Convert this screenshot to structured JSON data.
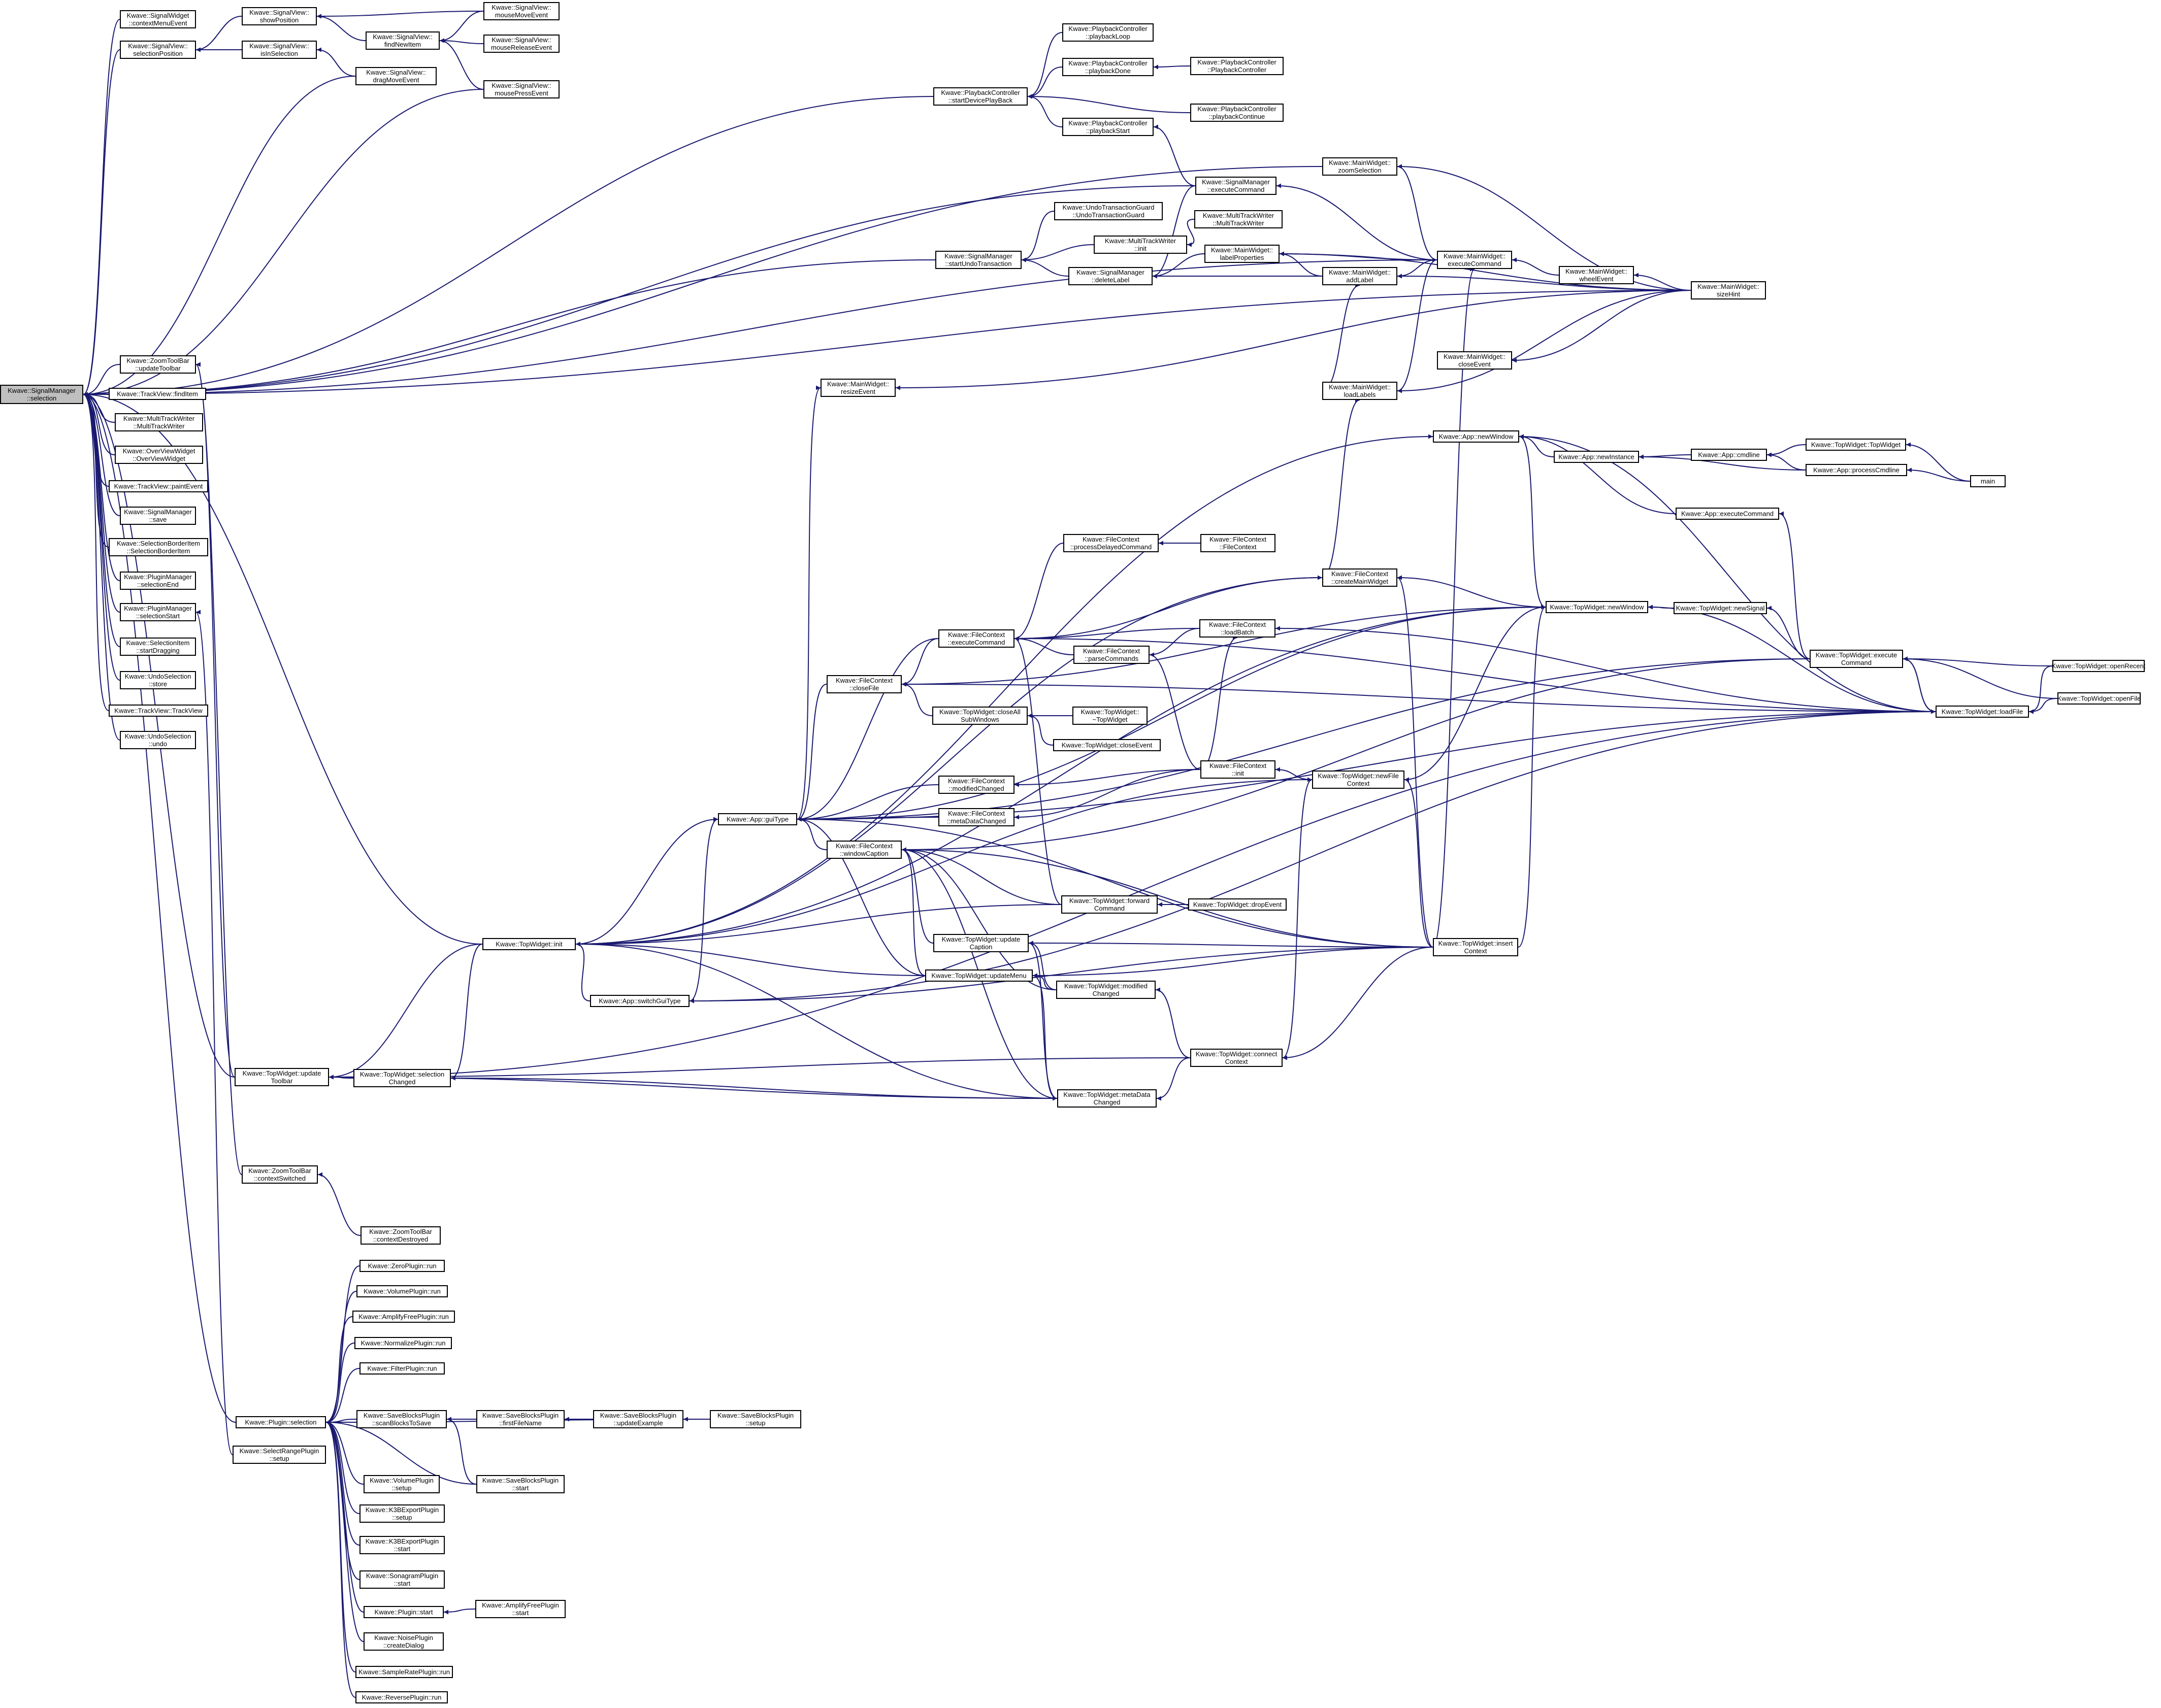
{
  "colors": {
    "edge": "#191970",
    "root_fill": "#bfbfbf",
    "node_fill": "#ffffff",
    "node_stroke": "#000000"
  },
  "nodes": [
    {
      "id": "root",
      "lines": [
        "Kwave::SignalManager",
        "::selection"
      ],
      "root": true
    },
    {
      "id": "n_ctxmenu",
      "lines": [
        "Kwave::SignalWidget",
        "::contextMenuEvent"
      ]
    },
    {
      "id": "n_selpos",
      "lines": [
        "Kwave::SignalView::",
        "selectionPosition"
      ]
    },
    {
      "id": "n_showpos",
      "lines": [
        "Kwave::SignalView::",
        "showPosition"
      ]
    },
    {
      "id": "n_isinsel",
      "lines": [
        "Kwave::SignalView::",
        "isInSelection"
      ]
    },
    {
      "id": "n_findnew",
      "lines": [
        "Kwave::SignalView::",
        "findNewItem"
      ]
    },
    {
      "id": "n_mousemove",
      "lines": [
        "Kwave::SignalView::",
        "mouseMoveEvent"
      ]
    },
    {
      "id": "n_mouserel",
      "lines": [
        "Kwave::SignalView::",
        "mouseReleaseEvent"
      ]
    },
    {
      "id": "n_dragmove",
      "lines": [
        "Kwave::SignalView::",
        "dragMoveEvent"
      ]
    },
    {
      "id": "n_mousepress",
      "lines": [
        "Kwave::SignalView::",
        "mousePressEvent"
      ]
    },
    {
      "id": "n_pc_start",
      "lines": [
        "Kwave::PlaybackController",
        "::startDevicePlayBack"
      ]
    },
    {
      "id": "n_pc_loop",
      "lines": [
        "Kwave::PlaybackController",
        "::playbackLoop"
      ]
    },
    {
      "id": "n_pc_done",
      "lines": [
        "Kwave::PlaybackController",
        "::playbackDone"
      ]
    },
    {
      "id": "n_pc_ctor",
      "lines": [
        "Kwave::PlaybackController",
        "::PlaybackController"
      ]
    },
    {
      "id": "n_pc_pstart",
      "lines": [
        "Kwave::PlaybackController",
        "::playbackStart"
      ]
    },
    {
      "id": "n_pc_cont",
      "lines": [
        "Kwave::PlaybackController",
        "::playbackContinue"
      ]
    },
    {
      "id": "n_mw_zoom",
      "lines": [
        "Kwave::MainWidget::",
        "zoomSelection"
      ]
    },
    {
      "id": "n_sm_exec",
      "lines": [
        "Kwave::SignalManager",
        "::executeCommand"
      ]
    },
    {
      "id": "n_utg",
      "lines": [
        "Kwave::UndoTransactionGuard",
        "::UndoTransactionGuard"
      ]
    },
    {
      "id": "n_mtw_init",
      "lines": [
        "Kwave::MultiTrackWriter",
        "::init"
      ]
    },
    {
      "id": "n_mtw_ctor2",
      "lines": [
        "Kwave::MultiTrackWriter",
        "::MultiTrackWriter"
      ]
    },
    {
      "id": "n_sm_undo",
      "lines": [
        "Kwave::SignalManager",
        "::startUndoTransaction"
      ]
    },
    {
      "id": "n_sm_dellabel",
      "lines": [
        "Kwave::SignalManager",
        "::deleteLabel"
      ]
    },
    {
      "id": "n_mw_labelprops",
      "lines": [
        "Kwave::MainWidget::",
        "labelProperties"
      ]
    },
    {
      "id": "n_mw_exec",
      "lines": [
        "Kwave::MainWidget::",
        "executeCommand"
      ]
    },
    {
      "id": "n_mw_addlabel",
      "lines": [
        "Kwave::MainWidget::",
        "addLabel"
      ]
    },
    {
      "id": "n_mw_wheel",
      "lines": [
        "Kwave::MainWidget::",
        "wheelEvent"
      ]
    },
    {
      "id": "n_mw_sizehint",
      "lines": [
        "Kwave::MainWidget::",
        "sizeHint"
      ]
    },
    {
      "id": "n_ztb_update",
      "lines": [
        "Kwave::ZoomToolBar",
        "::updateToolbar"
      ]
    },
    {
      "id": "n_tv_find",
      "lines": [
        "Kwave::TrackView::findItem"
      ]
    },
    {
      "id": "n_mtw_ctor",
      "lines": [
        "Kwave::MultiTrackWriter",
        "::MultiTrackWriter"
      ]
    },
    {
      "id": "n_ovw",
      "lines": [
        "Kwave::OverViewWidget",
        "::OverViewWidget"
      ]
    },
    {
      "id": "n_tv_paint",
      "lines": [
        "Kwave::TrackView::paintEvent"
      ]
    },
    {
      "id": "n_sm_save",
      "lines": [
        "Kwave::SignalManager",
        "::save"
      ]
    },
    {
      "id": "n_sbi",
      "lines": [
        "Kwave::SelectionBorderItem",
        "::SelectionBorderItem"
      ]
    },
    {
      "id": "n_pm_selend",
      "lines": [
        "Kwave::PluginManager",
        "::selectionEnd"
      ]
    },
    {
      "id": "n_pm_selstart",
      "lines": [
        "Kwave::PluginManager",
        "::selectionStart"
      ]
    },
    {
      "id": "n_si_drag",
      "lines": [
        "Kwave::SelectionItem",
        "::startDragging"
      ]
    },
    {
      "id": "n_us_store",
      "lines": [
        "Kwave::UndoSelection",
        "::store"
      ]
    },
    {
      "id": "n_tv_ctor",
      "lines": [
        "Kwave::TrackView::TrackView"
      ]
    },
    {
      "id": "n_us_undo",
      "lines": [
        "Kwave::UndoSelection",
        "::undo"
      ]
    },
    {
      "id": "n_mw_resize",
      "lines": [
        "Kwave::MainWidget::",
        "resizeEvent"
      ]
    },
    {
      "id": "n_mw_close",
      "lines": [
        "Kwave::MainWidget::",
        "closeEvent"
      ]
    },
    {
      "id": "n_mw_loadlabels",
      "lines": [
        "Kwave::MainWidget::",
        "loadLabels"
      ]
    },
    {
      "id": "n_app_newwin",
      "lines": [
        "Kwave::App::newWindow"
      ]
    },
    {
      "id": "n_app_newinst",
      "lines": [
        "Kwave::App::newInstance"
      ]
    },
    {
      "id": "n_app_cmdline",
      "lines": [
        "Kwave::App::cmdline"
      ]
    },
    {
      "id": "n_tw_ctor",
      "lines": [
        "Kwave::TopWidget::TopWidget"
      ]
    },
    {
      "id": "n_app_proc",
      "lines": [
        "Kwave::App::processCmdline"
      ]
    },
    {
      "id": "n_main",
      "lines": [
        "main"
      ]
    },
    {
      "id": "n_app_exec",
      "lines": [
        "Kwave::App::executeCommand"
      ]
    },
    {
      "id": "n_fc_procdelayed",
      "lines": [
        "Kwave::FileContext",
        "::processDelayedCommand"
      ]
    },
    {
      "id": "n_fc_ctor",
      "lines": [
        "Kwave::FileContext",
        "::FileContext"
      ]
    },
    {
      "id": "n_fc_createmw",
      "lines": [
        "Kwave::FileContext",
        "::createMainWidget"
      ]
    },
    {
      "id": "n_tw_newwin",
      "lines": [
        "Kwave::TopWidget::newWindow"
      ]
    },
    {
      "id": "n_tw_newsig",
      "lines": [
        "Kwave::TopWidget::newSignal"
      ]
    },
    {
      "id": "n_fc_exec",
      "lines": [
        "Kwave::FileContext",
        "::executeCommand"
      ]
    },
    {
      "id": "n_fc_loadbatch",
      "lines": [
        "Kwave::FileContext",
        "::loadBatch"
      ]
    },
    {
      "id": "n_fc_parse",
      "lines": [
        "Kwave::FileContext",
        "::parseCommands"
      ]
    },
    {
      "id": "n_tw_exec",
      "lines": [
        "Kwave::TopWidget::execute",
        "Command"
      ]
    },
    {
      "id": "n_tw_openrecent",
      "lines": [
        "Kwave::TopWidget::openRecent"
      ]
    },
    {
      "id": "n_tw_openfile",
      "lines": [
        "Kwave::TopWidget::openFile"
      ]
    },
    {
      "id": "n_tw_loadfile",
      "lines": [
        "Kwave::TopWidget::loadFile"
      ]
    },
    {
      "id": "n_fc_closefile",
      "lines": [
        "Kwave::FileContext",
        "::closeFile"
      ]
    },
    {
      "id": "n_tw_closeall",
      "lines": [
        "Kwave::TopWidget::closeAll",
        "SubWindows"
      ]
    },
    {
      "id": "n_tw_dtor",
      "lines": [
        "Kwave::TopWidget::",
        "~TopWidget"
      ]
    },
    {
      "id": "n_tw_closeevent",
      "lines": [
        "Kwave::TopWidget::closeEvent"
      ]
    },
    {
      "id": "n_fc_init",
      "lines": [
        "Kwave::FileContext",
        "::init"
      ]
    },
    {
      "id": "n_tw_newfile",
      "lines": [
        "Kwave::TopWidget::newFile",
        "Context"
      ]
    },
    {
      "id": "n_fc_modified",
      "lines": [
        "Kwave::FileContext",
        "::modifiedChanged"
      ]
    },
    {
      "id": "n_app_gui",
      "lines": [
        "Kwave::App::guiType"
      ]
    },
    {
      "id": "n_fc_meta",
      "lines": [
        "Kwave::FileContext",
        "::metaDataChanged"
      ]
    },
    {
      "id": "n_fc_caption",
      "lines": [
        "Kwave::FileContext",
        "::windowCaption"
      ]
    },
    {
      "id": "n_tw_forward",
      "lines": [
        "Kwave::TopWidget::forward",
        "Command"
      ]
    },
    {
      "id": "n_tw_drop",
      "lines": [
        "Kwave::TopWidget::dropEvent"
      ]
    },
    {
      "id": "n_tw_init",
      "lines": [
        "Kwave::TopWidget::init"
      ]
    },
    {
      "id": "n_tw_updcap",
      "lines": [
        "Kwave::TopWidget::update",
        "Caption"
      ]
    },
    {
      "id": "n_tw_insert",
      "lines": [
        "Kwave::TopWidget::insert",
        "Context"
      ]
    },
    {
      "id": "n_tw_updmenu",
      "lines": [
        "Kwave::TopWidget::updateMenu"
      ]
    },
    {
      "id": "n_tw_modchg",
      "lines": [
        "Kwave::TopWidget::modified",
        "Changed"
      ]
    },
    {
      "id": "n_app_switch",
      "lines": [
        "Kwave::App::switchGuiType"
      ]
    },
    {
      "id": "n_tw_connect",
      "lines": [
        "Kwave::TopWidget::connect",
        "Context"
      ]
    },
    {
      "id": "n_tw_updtool",
      "lines": [
        "Kwave::TopWidget::update",
        "Toolbar"
      ]
    },
    {
      "id": "n_tw_selchg",
      "lines": [
        "Kwave::TopWidget::selection",
        "Changed"
      ]
    },
    {
      "id": "n_tw_metachg",
      "lines": [
        "Kwave::TopWidget::metaData",
        "Changed"
      ]
    },
    {
      "id": "n_ztb_ctxsw",
      "lines": [
        "Kwave::ZoomToolBar",
        "::contextSwitched"
      ]
    },
    {
      "id": "n_ztb_ctxdes",
      "lines": [
        "Kwave::ZoomToolBar",
        "::contextDestroyed"
      ]
    },
    {
      "id": "n_zero",
      "lines": [
        "Kwave::ZeroPlugin::run"
      ]
    },
    {
      "id": "n_vol_run",
      "lines": [
        "Kwave::VolumePlugin::run"
      ]
    },
    {
      "id": "n_amp_run",
      "lines": [
        "Kwave::AmplifyFreePlugin::run"
      ]
    },
    {
      "id": "n_norm_run",
      "lines": [
        "Kwave::NormalizePlugin::run"
      ]
    },
    {
      "id": "n_filt_run",
      "lines": [
        "Kwave::FilterPlugin::run"
      ]
    },
    {
      "id": "n_plugin_sel",
      "lines": [
        "Kwave::Plugin::selection"
      ]
    },
    {
      "id": "n_sbp_scan",
      "lines": [
        "Kwave::SaveBlocksPlugin",
        "::scanBlocksToSave"
      ]
    },
    {
      "id": "n_sbp_first",
      "lines": [
        "Kwave::SaveBlocksPlugin",
        "::firstFileName"
      ]
    },
    {
      "id": "n_sbp_upd",
      "lines": [
        "Kwave::SaveBlocksPlugin",
        "::updateExample"
      ]
    },
    {
      "id": "n_sbp_setup",
      "lines": [
        "Kwave::SaveBlocksPlugin",
        "::setup"
      ]
    },
    {
      "id": "n_srp_setup",
      "lines": [
        "Kwave::SelectRangePlugin",
        "::setup"
      ]
    },
    {
      "id": "n_vol_setup",
      "lines": [
        "Kwave::VolumePlugin",
        "::setup"
      ]
    },
    {
      "id": "n_sbp_start",
      "lines": [
        "Kwave::SaveBlocksPlugin",
        "::start"
      ]
    },
    {
      "id": "n_k3b_setup",
      "lines": [
        "Kwave::K3BExportPlugin",
        "::setup"
      ]
    },
    {
      "id": "n_k3b_start",
      "lines": [
        "Kwave::K3BExportPlugin",
        "::start"
      ]
    },
    {
      "id": "n_sono_start",
      "lines": [
        "Kwave::SonagramPlugin",
        "::start"
      ]
    },
    {
      "id": "n_plugin_start",
      "lines": [
        "Kwave::Plugin::start"
      ]
    },
    {
      "id": "n_amp_start",
      "lines": [
        "Kwave::AmplifyFreePlugin",
        "::start"
      ]
    },
    {
      "id": "n_noise",
      "lines": [
        "Kwave::NoisePlugin",
        "::createDialog"
      ]
    },
    {
      "id": "n_sr_run",
      "lines": [
        "Kwave::SampleRatePlugin::run"
      ]
    },
    {
      "id": "n_rev_run",
      "lines": [
        "Kwave::ReversePlugin::run"
      ]
    }
  ]
}
